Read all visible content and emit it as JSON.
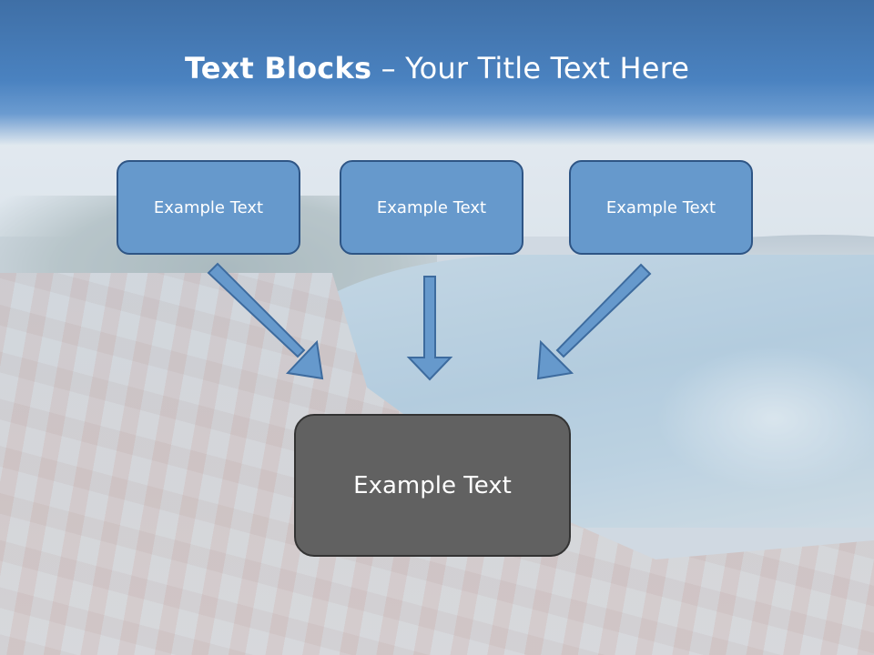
{
  "slide": {
    "title_bold": "Text Blocks",
    "title_rest": "– Your Title Text Here"
  },
  "boxes": {
    "top": [
      {
        "label": "Example Text"
      },
      {
        "label": "Example Text"
      },
      {
        "label": "Example Text"
      }
    ],
    "bottom": {
      "label": "Example Text"
    }
  },
  "colors": {
    "title_band": "#4a82c0",
    "box_fill": "#6699cc",
    "box_border": "#2e5585",
    "center_box_fill": "#616161",
    "arrow_fill": "#6699cc"
  }
}
